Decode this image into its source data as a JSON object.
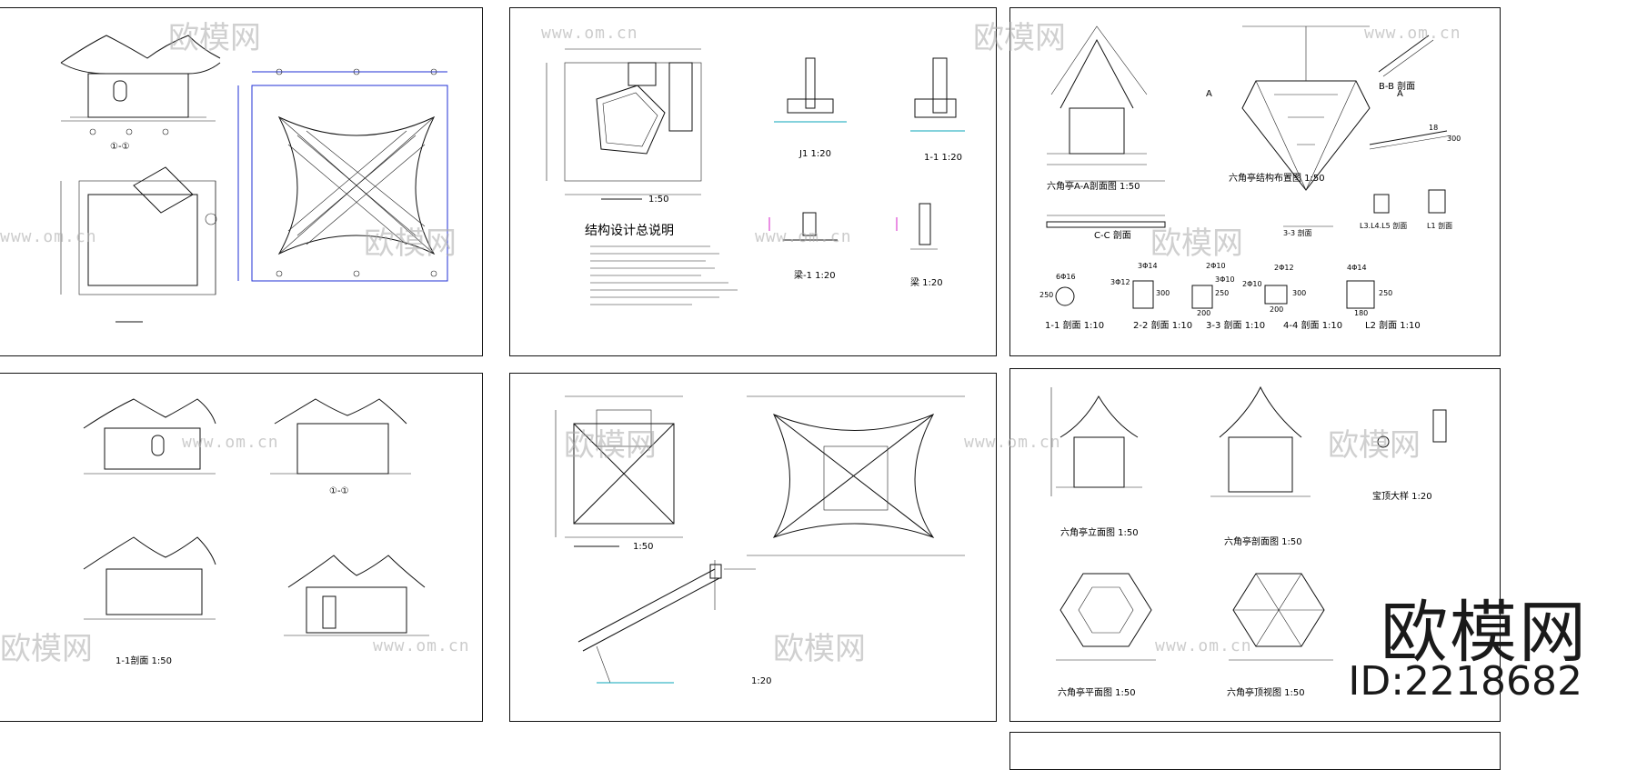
{
  "watermark": {
    "brand": "欧模网",
    "id": "ID:2218682",
    "url": "www.om.cn"
  },
  "sheets": {
    "s1": {
      "labels": [
        "①-①"
      ]
    },
    "s2": {
      "title": "结构设计总说明",
      "labels": [
        "J1  1:20",
        "1-1  1:20",
        "梁-1  1:20",
        "梁  1:20",
        "1:50"
      ]
    },
    "s3": {
      "labels": [
        "六角亭A-A剖面图  1:50",
        "六角亭结构布置图  1:50",
        "B-B 剖面",
        "C-C 剖面",
        "3-3 剖面",
        "L3.L4.L5 剖面",
        "L1 剖面",
        "1-1 剖面 1:10",
        "2-2 剖面 1:10",
        "3-3 剖面 1:10",
        "4-4 剖面 1:10",
        "L2 剖面 1:10"
      ],
      "marks": [
        "A",
        "A",
        "6Φ16",
        "3Φ12",
        "3Φ14",
        "3Φ10",
        "2Φ12",
        "2Φ10",
        "4Φ14",
        "2Φ10",
        "250",
        "300",
        "200",
        "250",
        "200",
        "300",
        "180",
        "250",
        "18",
        "300"
      ]
    },
    "s4": {
      "labels": [
        "1-1剖面 1:50",
        "①-①"
      ]
    },
    "s5": {
      "labels": [
        "1:50",
        "1:20"
      ]
    },
    "s6": {
      "labels": [
        "六角亭立面图  1:50",
        "六角亭剖面图  1:50",
        "宝顶大样  1:20",
        "六角亭平面图  1:50",
        "六角亭顶视图  1:50"
      ]
    }
  }
}
